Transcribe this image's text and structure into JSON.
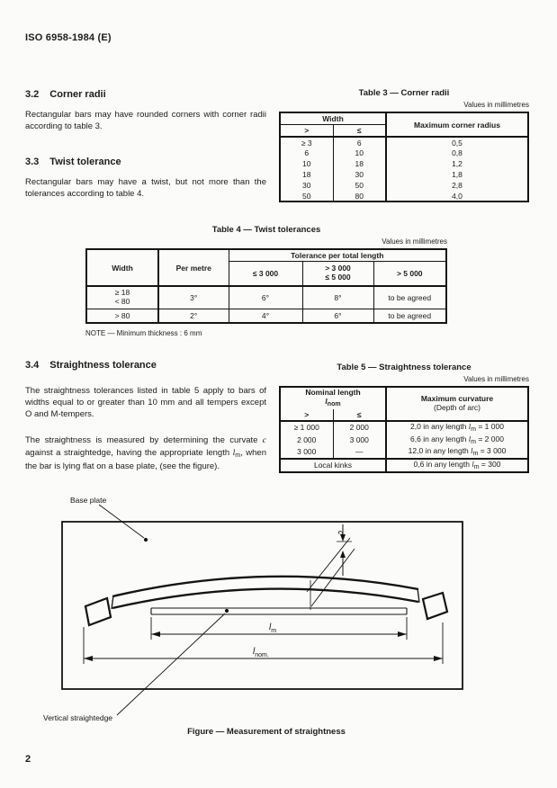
{
  "page": {
    "header": "ISO 6958-1984 (E)",
    "page_number": "2"
  },
  "section_32": {
    "number": "3.2",
    "title": "Corner radii",
    "body": "Rectangular bars may have rounded corners with corner radii according to table 3."
  },
  "section_33": {
    "number": "3.3",
    "title": "Twist tolerance",
    "body": "Rectangular bars may have a twist, but not more than the tolerances according to table 4."
  },
  "section_34": {
    "number": "3.4",
    "title": "Straightness tolerance",
    "para1": "The straightness tolerances listed in table 5 apply to bars of widths equal to or greater than 10 mm and all tempers except O and M-tempers.",
    "para2_a": "The straightness is measured by determining the curvate ",
    "para2_c": "c",
    "para2_b": " against a straightedge, having the appropriate length ",
    "para2_sym": "l",
    "para2_sym_sub": "m",
    "para2_d": ", when the bar is lying flat on a base plate, (see the figure)."
  },
  "table3": {
    "title": "Table 3 — Corner radii",
    "units": "Values in millimetres",
    "headers": {
      "width": "Width",
      "gt": ">",
      "le": "≤",
      "max": "Maximum corner radius"
    },
    "rows": [
      {
        "gt": "≥ 3",
        "le": "6",
        "max": "0,5"
      },
      {
        "gt": "6",
        "le": "10",
        "max": "0,8"
      },
      {
        "gt": "10",
        "le": "18",
        "max": "1,2"
      },
      {
        "gt": "18",
        "le": "30",
        "max": "1,8"
      },
      {
        "gt": "30",
        "le": "50",
        "max": "2,8"
      },
      {
        "gt": "50",
        "le": "80",
        "max": "4,0"
      }
    ]
  },
  "table4": {
    "title": "Table 4 — Twist tolerances",
    "units": "Values in millimetres",
    "headers": {
      "width": "Width",
      "per_metre": "Per metre",
      "span": "Tolerance per total length",
      "t1": "≤ 3 000",
      "t2a": "> 3 000",
      "t2b": "≤ 5 000",
      "t3": "> 5 000"
    },
    "rows": [
      {
        "w1": "≥ 18",
        "w2": "< 80",
        "pm": "3°",
        "t1": "6°",
        "t2": "8°",
        "t3": "to be agreed"
      },
      {
        "w1": "> 80",
        "w2": "",
        "pm": "2°",
        "t1": "4°",
        "t2": "6°",
        "t3": "to be agreed"
      }
    ],
    "note": "NOTE — Minimum thickness : 6 mm"
  },
  "table5": {
    "title": "Table 5 — Straightness tolerance",
    "units": "Values in millimetres",
    "headers": {
      "nominal": "Nominal length",
      "sym": "l",
      "sym_sub": "nom",
      "gt": ">",
      "le": "≤",
      "max1": "Maximum curvature",
      "max2": "(Depth of arc)"
    },
    "sym": "l",
    "sym_sub": "m",
    "rows": [
      {
        "gt": "≥ 1 000",
        "le": "2 000",
        "pre": "2,0 in any length ",
        "post": " = 1 000"
      },
      {
        "gt": "2 000",
        "le": "3 000",
        "pre": "6,6 in any length ",
        "post": " = 2 000"
      },
      {
        "gt": "3 000",
        "le": "—",
        "pre": "12,0 in any length ",
        "post": " = 3 000"
      }
    ],
    "kinks": {
      "label": "Local kinks",
      "pre": "0,6 in any length ",
      "post": " = 300"
    }
  },
  "figure": {
    "caption": "Figure — Measurement of straightness",
    "base_plate": "Base plate",
    "vertical_straightedge": "Vertical straightedge",
    "c": "c",
    "lm_sym": "l",
    "lm_sub": "m",
    "lnom_sym": "l",
    "lnom_sub": "nom."
  }
}
